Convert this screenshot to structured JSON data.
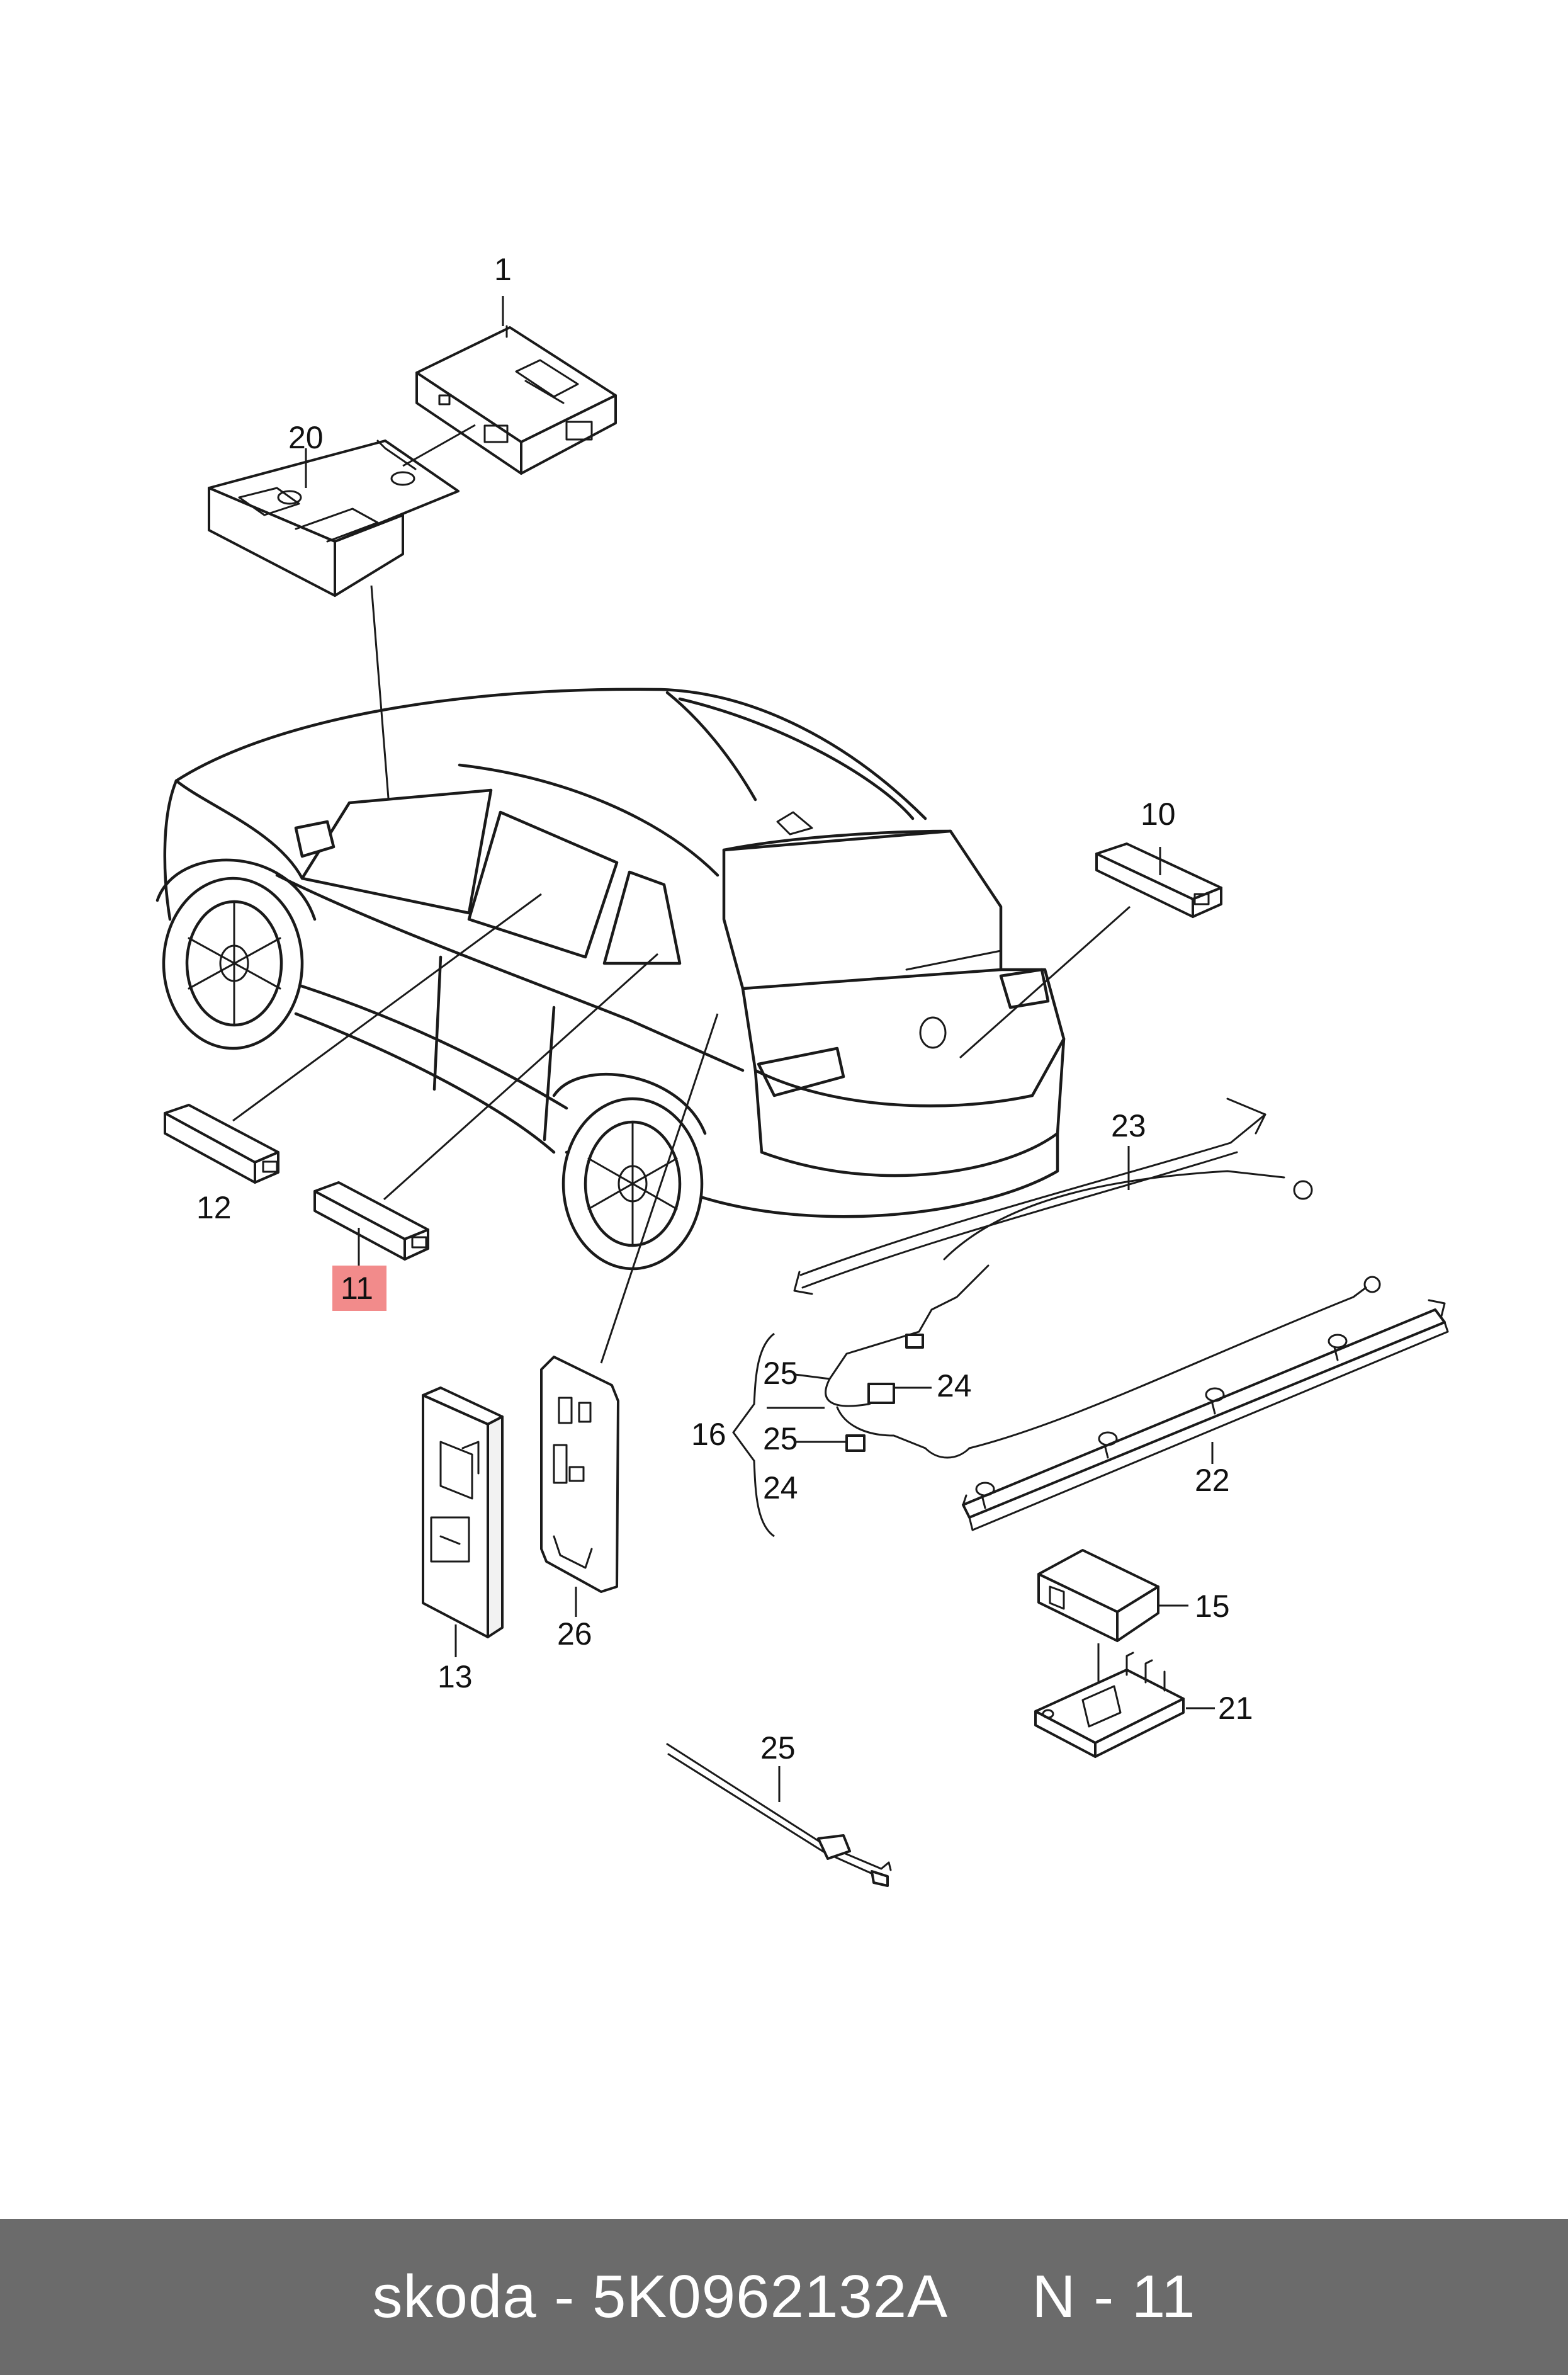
{
  "labels": {
    "p1": "1",
    "p20": "20",
    "p10": "10",
    "p23": "23",
    "p12": "12",
    "p11": "11",
    "p16": "16",
    "p25a": "25",
    "p24a": "24",
    "p25b": "25",
    "p24b": "24",
    "p22": "22",
    "p13": "13",
    "p26": "26",
    "p15": "15",
    "p21": "21",
    "p25c": "25"
  },
  "highlight": {
    "part": "11",
    "color": "#f28b8b"
  },
  "footer": {
    "text": "skoda - 5K0962132A     N - 11"
  },
  "colors": {
    "footer_bg": "#6b6b6b",
    "footer_text": "#ffffff",
    "line": "#1a1a1a"
  }
}
